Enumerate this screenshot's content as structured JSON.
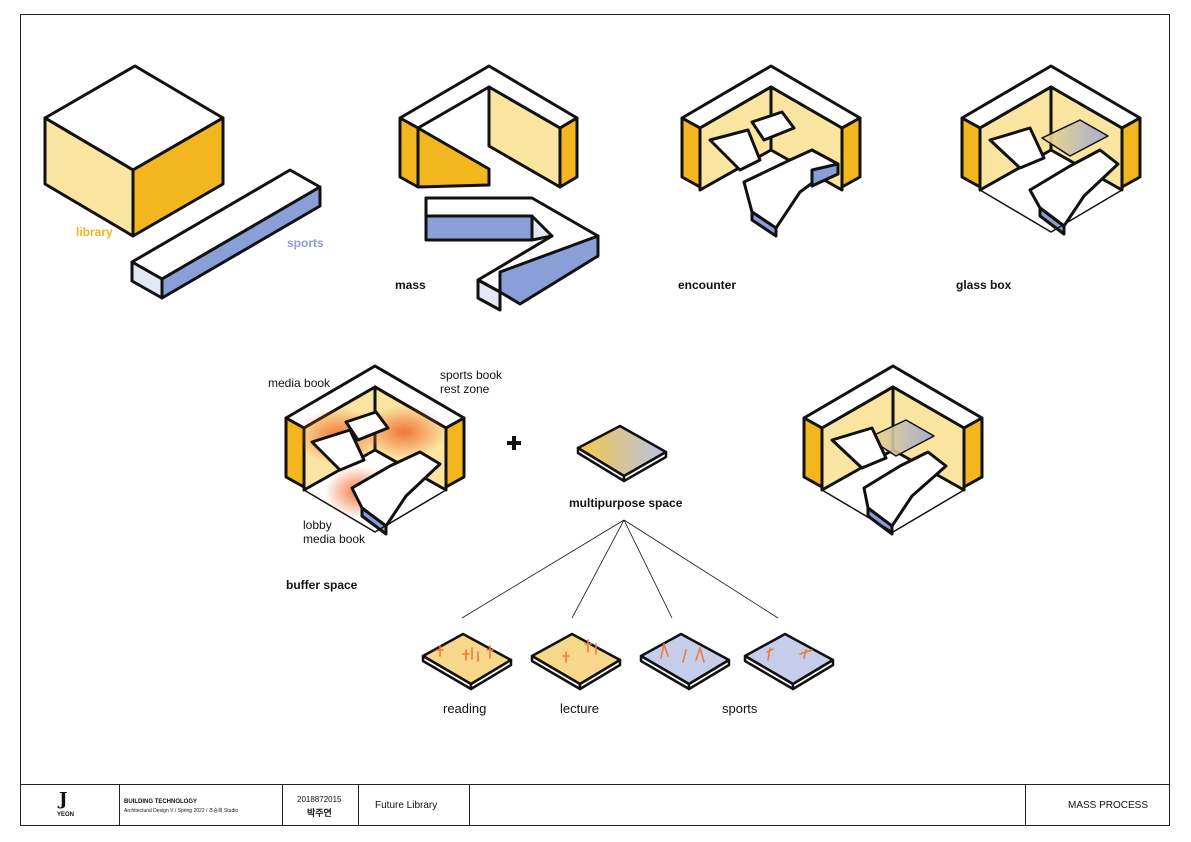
{
  "colors": {
    "library_yellow": "#f3b61f",
    "library_light": "#f9e4a0",
    "sports_blue": "#8a9ed8",
    "sports_light": "#e3e8f5",
    "outline": "#111111",
    "orange_glow": "#f06a2a",
    "figure_orange": "#f07a3a"
  },
  "labels": {
    "library": "library",
    "sports": "sports",
    "mass": "mass",
    "encounter": "encounter",
    "glass_box": "glass box",
    "media_book": "media book",
    "sports_book": "sports book",
    "rest_zone": "rest zone",
    "lobby": "lobby",
    "media_book_2": "media book",
    "buffer_space": "buffer space",
    "plus": "+",
    "multipurpose_space": "multipurpose space",
    "reading": "reading",
    "lecture": "lecture",
    "sports_activity": "sports"
  },
  "footer": {
    "logo_top": "J",
    "logo_bottom": "YEON",
    "course_title": "BUILDING TECHNOLOGY",
    "course_sub": "Architectural Design V / Spring 2022 / 조승희 Studio",
    "student_id": "2018872015",
    "student_name": "박주연",
    "project": "Future Library",
    "sheet_title": "MASS PROCESS"
  }
}
